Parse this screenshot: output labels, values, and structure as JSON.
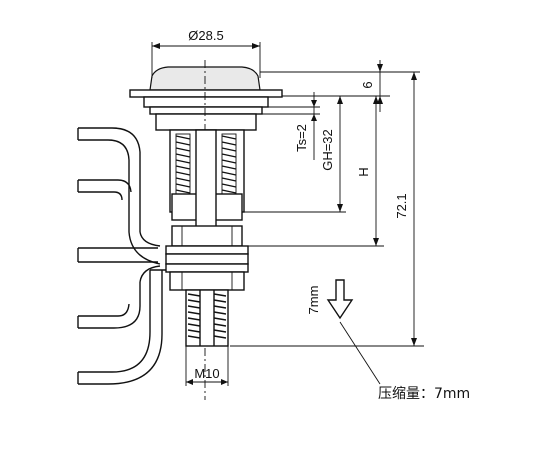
{
  "dimensions": {
    "top_diameter": "Ø28.5",
    "head_height": "6",
    "ts": "Ts=2",
    "gh": "GH=32",
    "h": "H",
    "total_length": "72.1",
    "thread": "M10",
    "stroke": "7mm"
  },
  "note": {
    "text": "压缩量：7mm"
  }
}
